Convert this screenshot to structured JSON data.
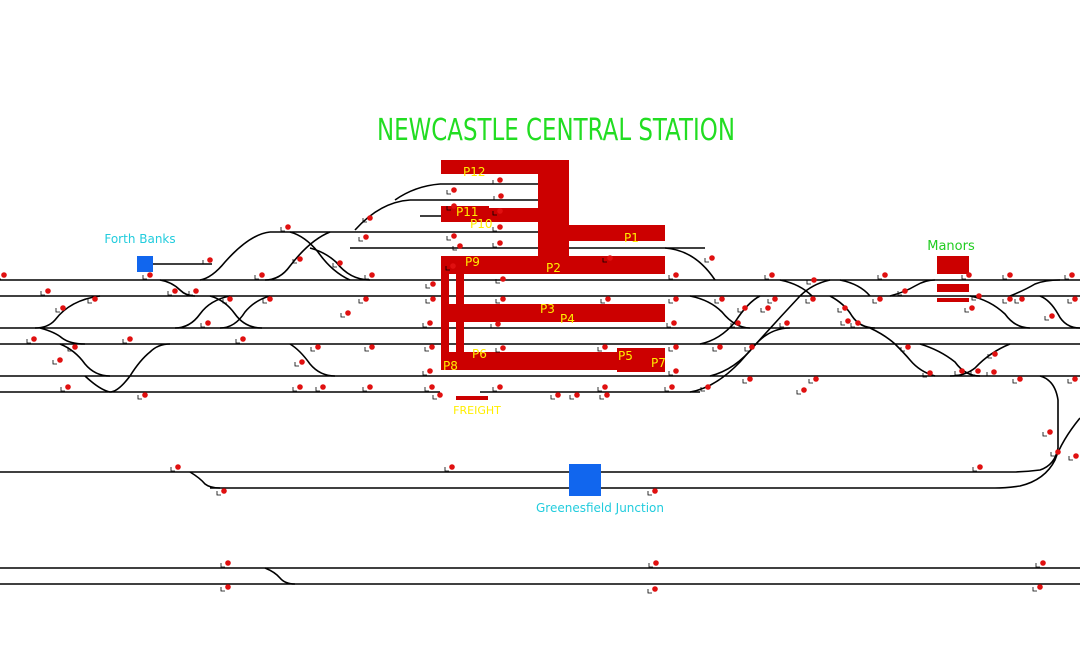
{
  "title": "NEWCASTLE CENTRAL STATION",
  "platforms": [
    "P12",
    "P11",
    "P10",
    "P9",
    "P1",
    "P2",
    "P3",
    "P4",
    "P6",
    "P5",
    "P7",
    "P8"
  ],
  "locations": {
    "forth_banks": "Forth Banks",
    "manors": "Manors",
    "freight": "FREIGHT",
    "greenesfield": "Greenesfield Junction"
  },
  "colors": {
    "platform": "#cc0000",
    "signal": "#e01010",
    "title": "#22dd22",
    "cyan_label": "#22ccdd",
    "yellow_label": "#ffee00",
    "block": "#1166ee"
  }
}
